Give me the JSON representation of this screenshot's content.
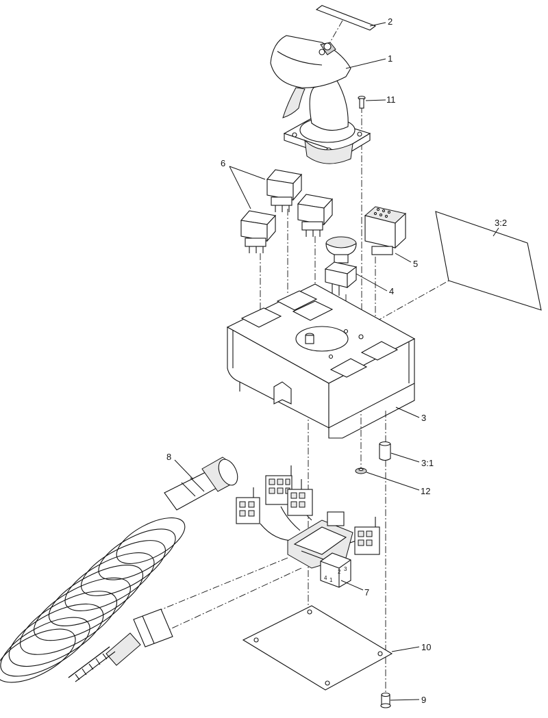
{
  "diagram": {
    "callouts": [
      {
        "id": "c1",
        "label": "1"
      },
      {
        "id": "c2",
        "label": "2"
      },
      {
        "id": "c3",
        "label": "3"
      },
      {
        "id": "c3-1",
        "label": "3:1"
      },
      {
        "id": "c3-2",
        "label": "3:2"
      },
      {
        "id": "c4",
        "label": "4"
      },
      {
        "id": "c5",
        "label": "5"
      },
      {
        "id": "c6",
        "label": "6"
      },
      {
        "id": "c7",
        "label": "7"
      },
      {
        "id": "c8",
        "label": "8"
      },
      {
        "id": "c9",
        "label": "9"
      },
      {
        "id": "c10",
        "label": "10"
      },
      {
        "id": "c11",
        "label": "11"
      },
      {
        "id": "c12",
        "label": "12"
      }
    ],
    "connector_pins": [
      "4",
      "1",
      "2",
      "3"
    ]
  }
}
